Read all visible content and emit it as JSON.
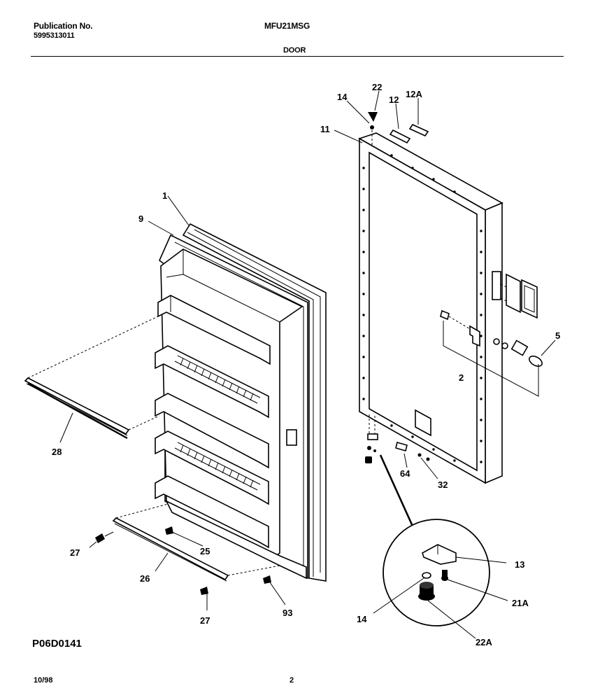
{
  "header": {
    "publication_label": "Publication No.",
    "publication_number": "5995313011",
    "model": "MFU21MSG",
    "section": "DOOR"
  },
  "callouts": {
    "c1": "1",
    "c9": "9",
    "c28": "28",
    "c27a": "27",
    "c25": "25",
    "c26": "26",
    "c27b": "27",
    "c93": "93",
    "c14a": "14",
    "c22": "22",
    "c12": "12",
    "c12A": "12A",
    "c11": "11",
    "c5": "5",
    "c2": "2",
    "c64": "64",
    "c32": "32",
    "c13": "13",
    "c14b": "14",
    "c21A": "21A",
    "c22A": "22A"
  },
  "footer": {
    "figure_code": "P06D0141",
    "date": "10/98",
    "page": "2"
  }
}
